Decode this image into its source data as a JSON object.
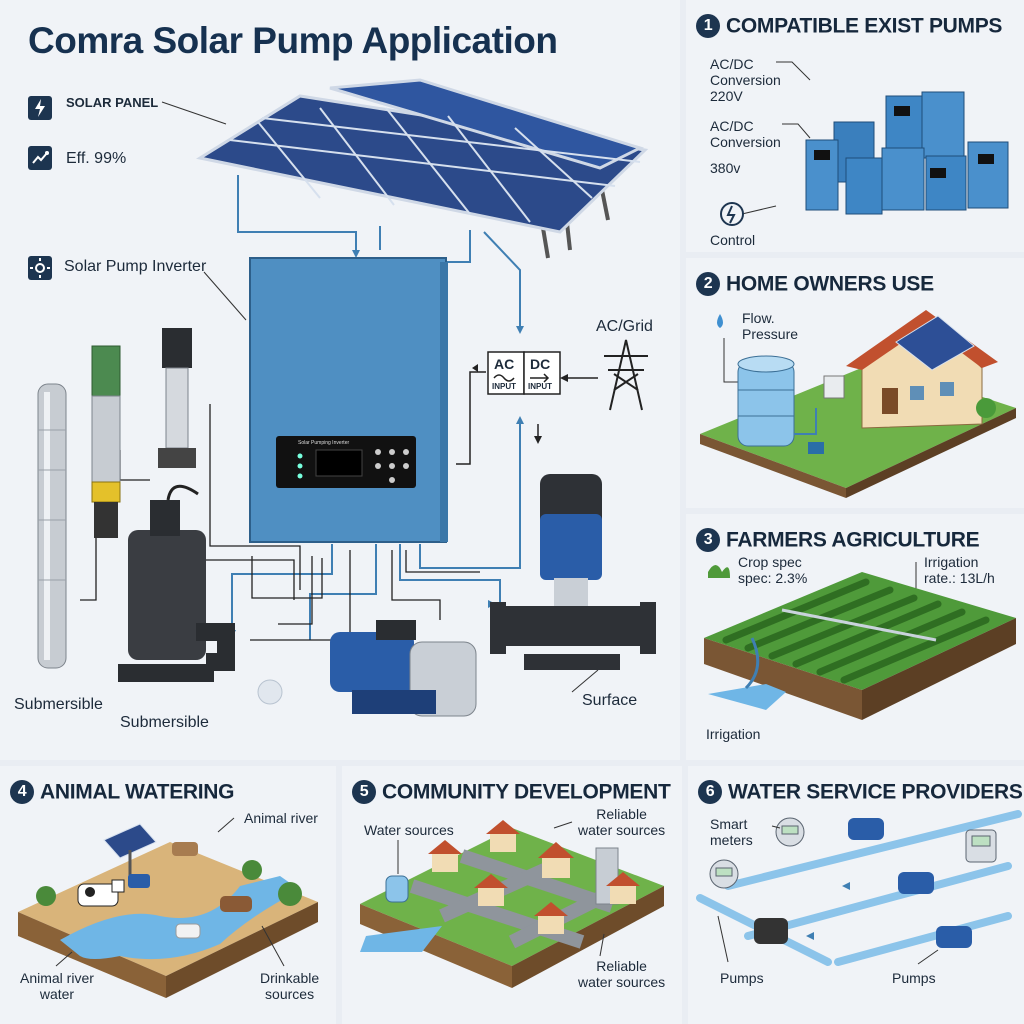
{
  "main": {
    "title": "Comra Solar Pump Application",
    "solar_panel_label": "SOLAR PANEL",
    "efficiency_label": "Eff. 99%",
    "inverter_label": "Solar Pump Inverter",
    "inverter_screen_title": "Solar Pumping Inverter",
    "ac_grid_label": "AC/Grid",
    "ac_input": {
      "top": "AC",
      "bottom": "INPUT"
    },
    "dc_input": {
      "top": "DC",
      "bottom": "INPUT"
    },
    "submersible_left": "Submersible",
    "submersible_center": "Submersible",
    "surface_label": "Surface"
  },
  "sections": [
    {
      "number": "1",
      "title": "COMPATIBLE EXIST PUMPS",
      "labels": {
        "conv1_line1": "AC/DC",
        "conv1_line2": "Conversion",
        "conv1_line3": "220V",
        "conv2_line1": "AC/DC",
        "conv2_line2": "Conversion",
        "conv2_line3": "380v",
        "control": "Control"
      }
    },
    {
      "number": "2",
      "title": "HOME OWNERS USE",
      "labels": {
        "flow_line1": "Flow.",
        "flow_line2": "Pressure"
      }
    },
    {
      "number": "3",
      "title": "FARMERS AGRICULTURE",
      "labels": {
        "crop_line1": "Crop spec",
        "crop_line2": "spec: 2.3%",
        "irr_rate_line1": "Irrigation",
        "irr_rate_line2": "rate.: 13L/h",
        "irrigation": "Irrigation"
      }
    },
    {
      "number": "4",
      "title": "ANIMAL WATERING",
      "labels": {
        "animal_river": "Animal river",
        "animal_river_water_line1": "Animal river",
        "animal_river_water_line2": "water",
        "drinkable_line1": "Drinkable",
        "drinkable_line2": "sources"
      }
    },
    {
      "number": "5",
      "title": "COMMUNITY DEVELOPMENT",
      "labels": {
        "water_sources": "Water sources",
        "reliable_top_line1": "Reliable",
        "reliable_top_line2": "water sources",
        "reliable_bottom_line1": "Reliable",
        "reliable_bottom_line2": "water sources"
      }
    },
    {
      "number": "6",
      "title": "WATER SERVICE PROVIDERS",
      "labels": {
        "smart_line1": "Smart",
        "smart_line2": "meters",
        "pumps_left": "Pumps",
        "pumps_right": "Pumps"
      }
    }
  ],
  "colors": {
    "navy": "#16283c",
    "accent_blue": "#3f7fb3",
    "panel_bg": "#f0f3f7",
    "grass": "#6fb24a",
    "water": "#6fb6e6"
  }
}
